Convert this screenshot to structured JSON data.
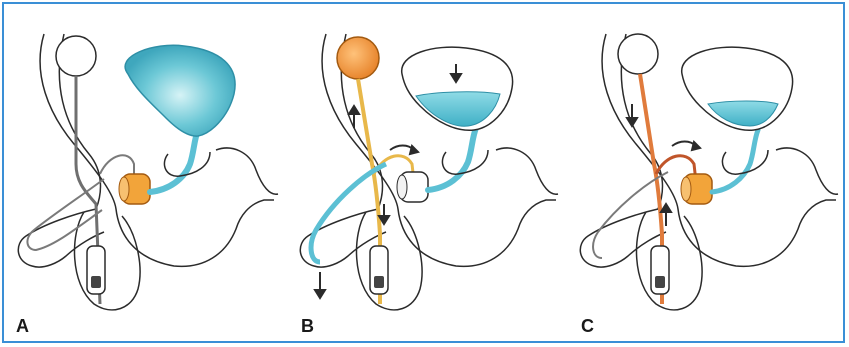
{
  "figure": {
    "panels": [
      {
        "id": "a",
        "label": "A"
      },
      {
        "id": "b",
        "label": "B"
      },
      {
        "id": "c",
        "label": "C"
      }
    ]
  },
  "colors": {
    "frame_border": "#3a8fd6",
    "fluid": "#5cc0d4",
    "fluid_light": "#c9eef3",
    "pump": "#f2a43a",
    "reservoir_active": "#f39a4e",
    "tube_b": "#e8b84a",
    "tube_c": "#e07b3c",
    "outline": "#2b2b2b"
  }
}
